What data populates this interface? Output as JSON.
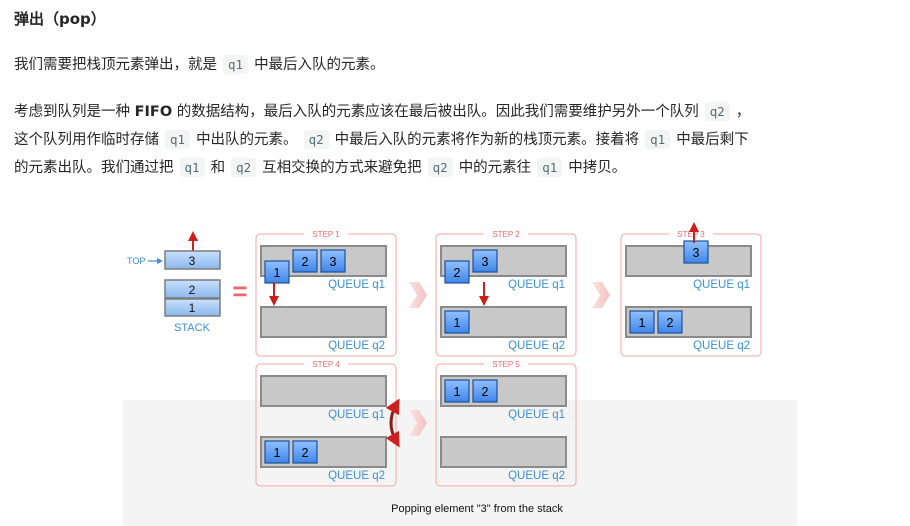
{
  "heading": "弹出（pop）",
  "para1": {
    "a": "我们需要把栈顶元素弹出，就是",
    "q1": "q1",
    "b": "中最后入队的元素。"
  },
  "para2": {
    "l1a": "考虑到队列是一种",
    "fifo": "FIFO",
    "l1b": "的数据结构，最后入队的元素应该在最后被出队。因此我们需要维护另外一个队列",
    "l1q2": "q2",
    "l1c": "，",
    "l2a": "这个队列用作临时存储",
    "l2q1": "q1",
    "l2b": "中出队的元素。",
    "l2q2": "q2",
    "l2c": "中最后入队的元素将作为新的栈顶元素。接着将",
    "l2q1b": "q1",
    "l2d": "中最后剩下",
    "l3a": "的元素出队。我们通过把",
    "l3q1": "q1",
    "l3b": "和",
    "l3q2": "q2",
    "l3c": "互相交换的方式来避免把",
    "l3q2b": "q2",
    "l3d": "中的元素往",
    "l3q1b": "q1",
    "l3e": "中拷贝。"
  },
  "diagram": {
    "top_label": "TOP",
    "stack_label": "STACK",
    "stack_items": [
      "3",
      "2",
      "1"
    ],
    "equals": "=",
    "queue_q1": "QUEUE q1",
    "queue_q2": "QUEUE q2",
    "steps": [
      {
        "label": "STEP 1",
        "q1": [
          "1",
          "2",
          "3"
        ],
        "q2": []
      },
      {
        "label": "STEP 2",
        "q1": [
          "2",
          "3"
        ],
        "q2": [
          "1"
        ]
      },
      {
        "label": "STEP 3",
        "q1": [
          "3"
        ],
        "q2": [
          "1",
          "2"
        ]
      },
      {
        "label": "STEP 4",
        "q1": [],
        "q2": [
          "1",
          "2"
        ]
      },
      {
        "label": "STEP 5",
        "q1": [
          "1",
          "2"
        ],
        "q2": []
      }
    ],
    "caption": "Popping element \"3\" from the stack",
    "colors": {
      "box_blue": "#5b9bec",
      "arrow_red": "#cc1f1f",
      "step_border": "#f0a7a7",
      "label_blue": "#3c8fd6"
    }
  }
}
